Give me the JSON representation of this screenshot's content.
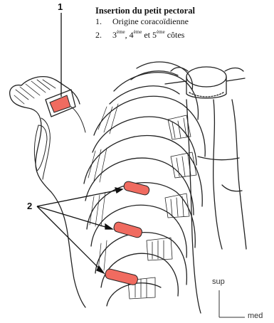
{
  "caption": {
    "title": "Insertion du petit pectoral",
    "item1_num": "1.",
    "item1_text": "Origine coracoïdienne",
    "item2_num": "2.",
    "item2_parts": [
      "3",
      "ème",
      ", 4",
      "ème",
      " et 5",
      "ème",
      " côtes"
    ]
  },
  "labels": {
    "one": "1",
    "two": "2"
  },
  "orientation": {
    "up": "sup",
    "right": "med"
  },
  "colors": {
    "insertion": "#f06b60",
    "line": "#222222",
    "background": "#ffffff"
  }
}
